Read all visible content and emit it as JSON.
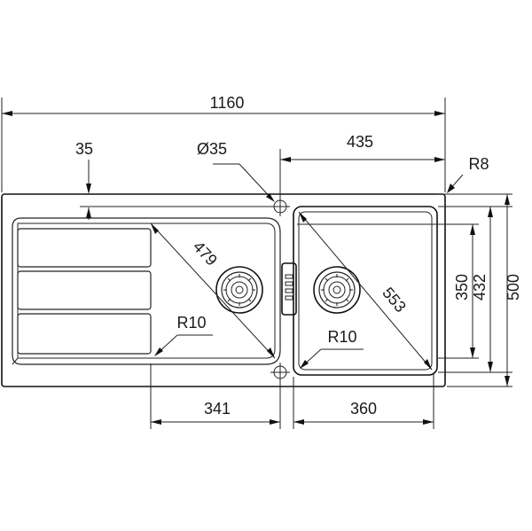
{
  "dimensions": {
    "overall_width": "1160",
    "edge_offset": "35",
    "tap_hole": "Ø35",
    "bowl_width": "435",
    "corner_radius_outer": "R8",
    "drainer_diagonal": "479",
    "bowl_diagonal": "553",
    "drainer_corner_radius": "R10",
    "bowl_corner_radius": "R10",
    "drainer_width": "341",
    "bowl_inner_width": "360",
    "bowl_depth": "350",
    "bowl_depth_total": "432",
    "overall_depth": "500"
  }
}
